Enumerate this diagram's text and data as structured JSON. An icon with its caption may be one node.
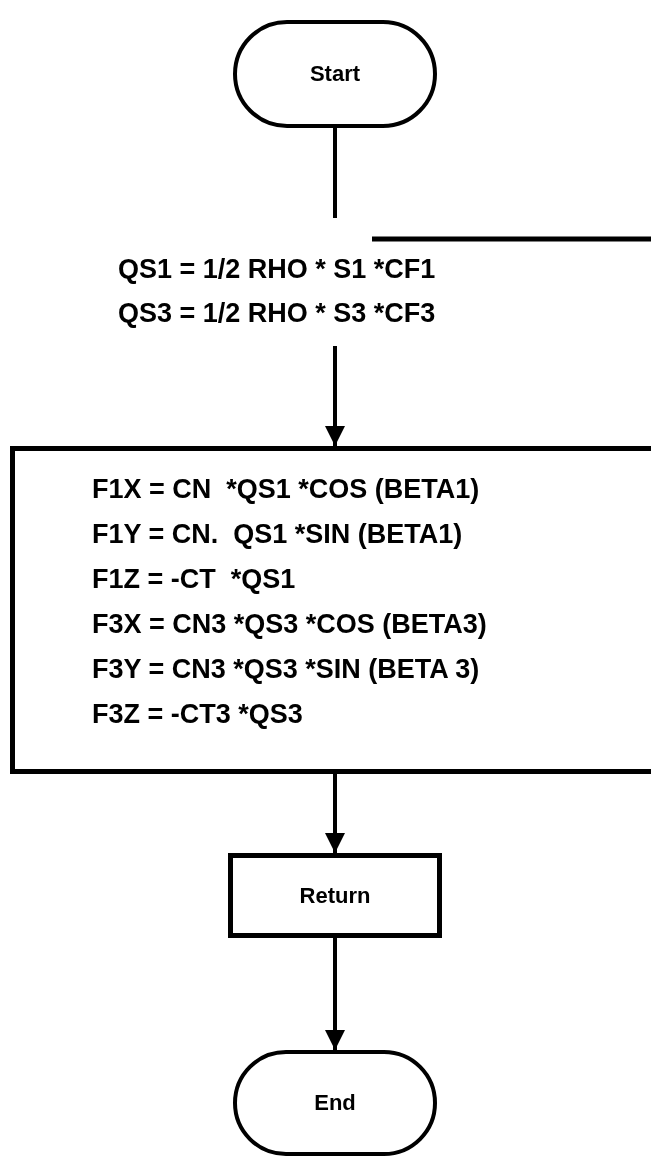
{
  "diagram": {
    "nodes": [
      {
        "text": [
          "Start"
        ]
      },
      {
        "text": [
          "QS1 = 1/2 RHO * S1 *CF1",
          "QS3 = 1/2 RHO * S3 *CF3"
        ]
      },
      {
        "text": [
          "F1X = CN  *QS1 *COS (BETA1)",
          "F1Y = CN.  QS1 *SIN (BETA1)",
          "F1Z = -CT  *QS1",
          "F3X = CN3 *QS3 *COS (BETA3)",
          "F3Y = CN3 *QS3 *SIN (BETA 3)",
          "F3Z = -CT3 *QS3"
        ]
      },
      {
        "text": [
          "Return"
        ]
      },
      {
        "text": [
          "End"
        ]
      }
    ],
    "edges": [
      {
        "from": 0,
        "to": 1,
        "arrow": "none"
      },
      {
        "from": 1,
        "to": 2,
        "arrow": "to"
      },
      {
        "from": 2,
        "to": 3,
        "arrow": "to"
      },
      {
        "from": 3,
        "to": 4,
        "arrow": "to"
      }
    ]
  }
}
